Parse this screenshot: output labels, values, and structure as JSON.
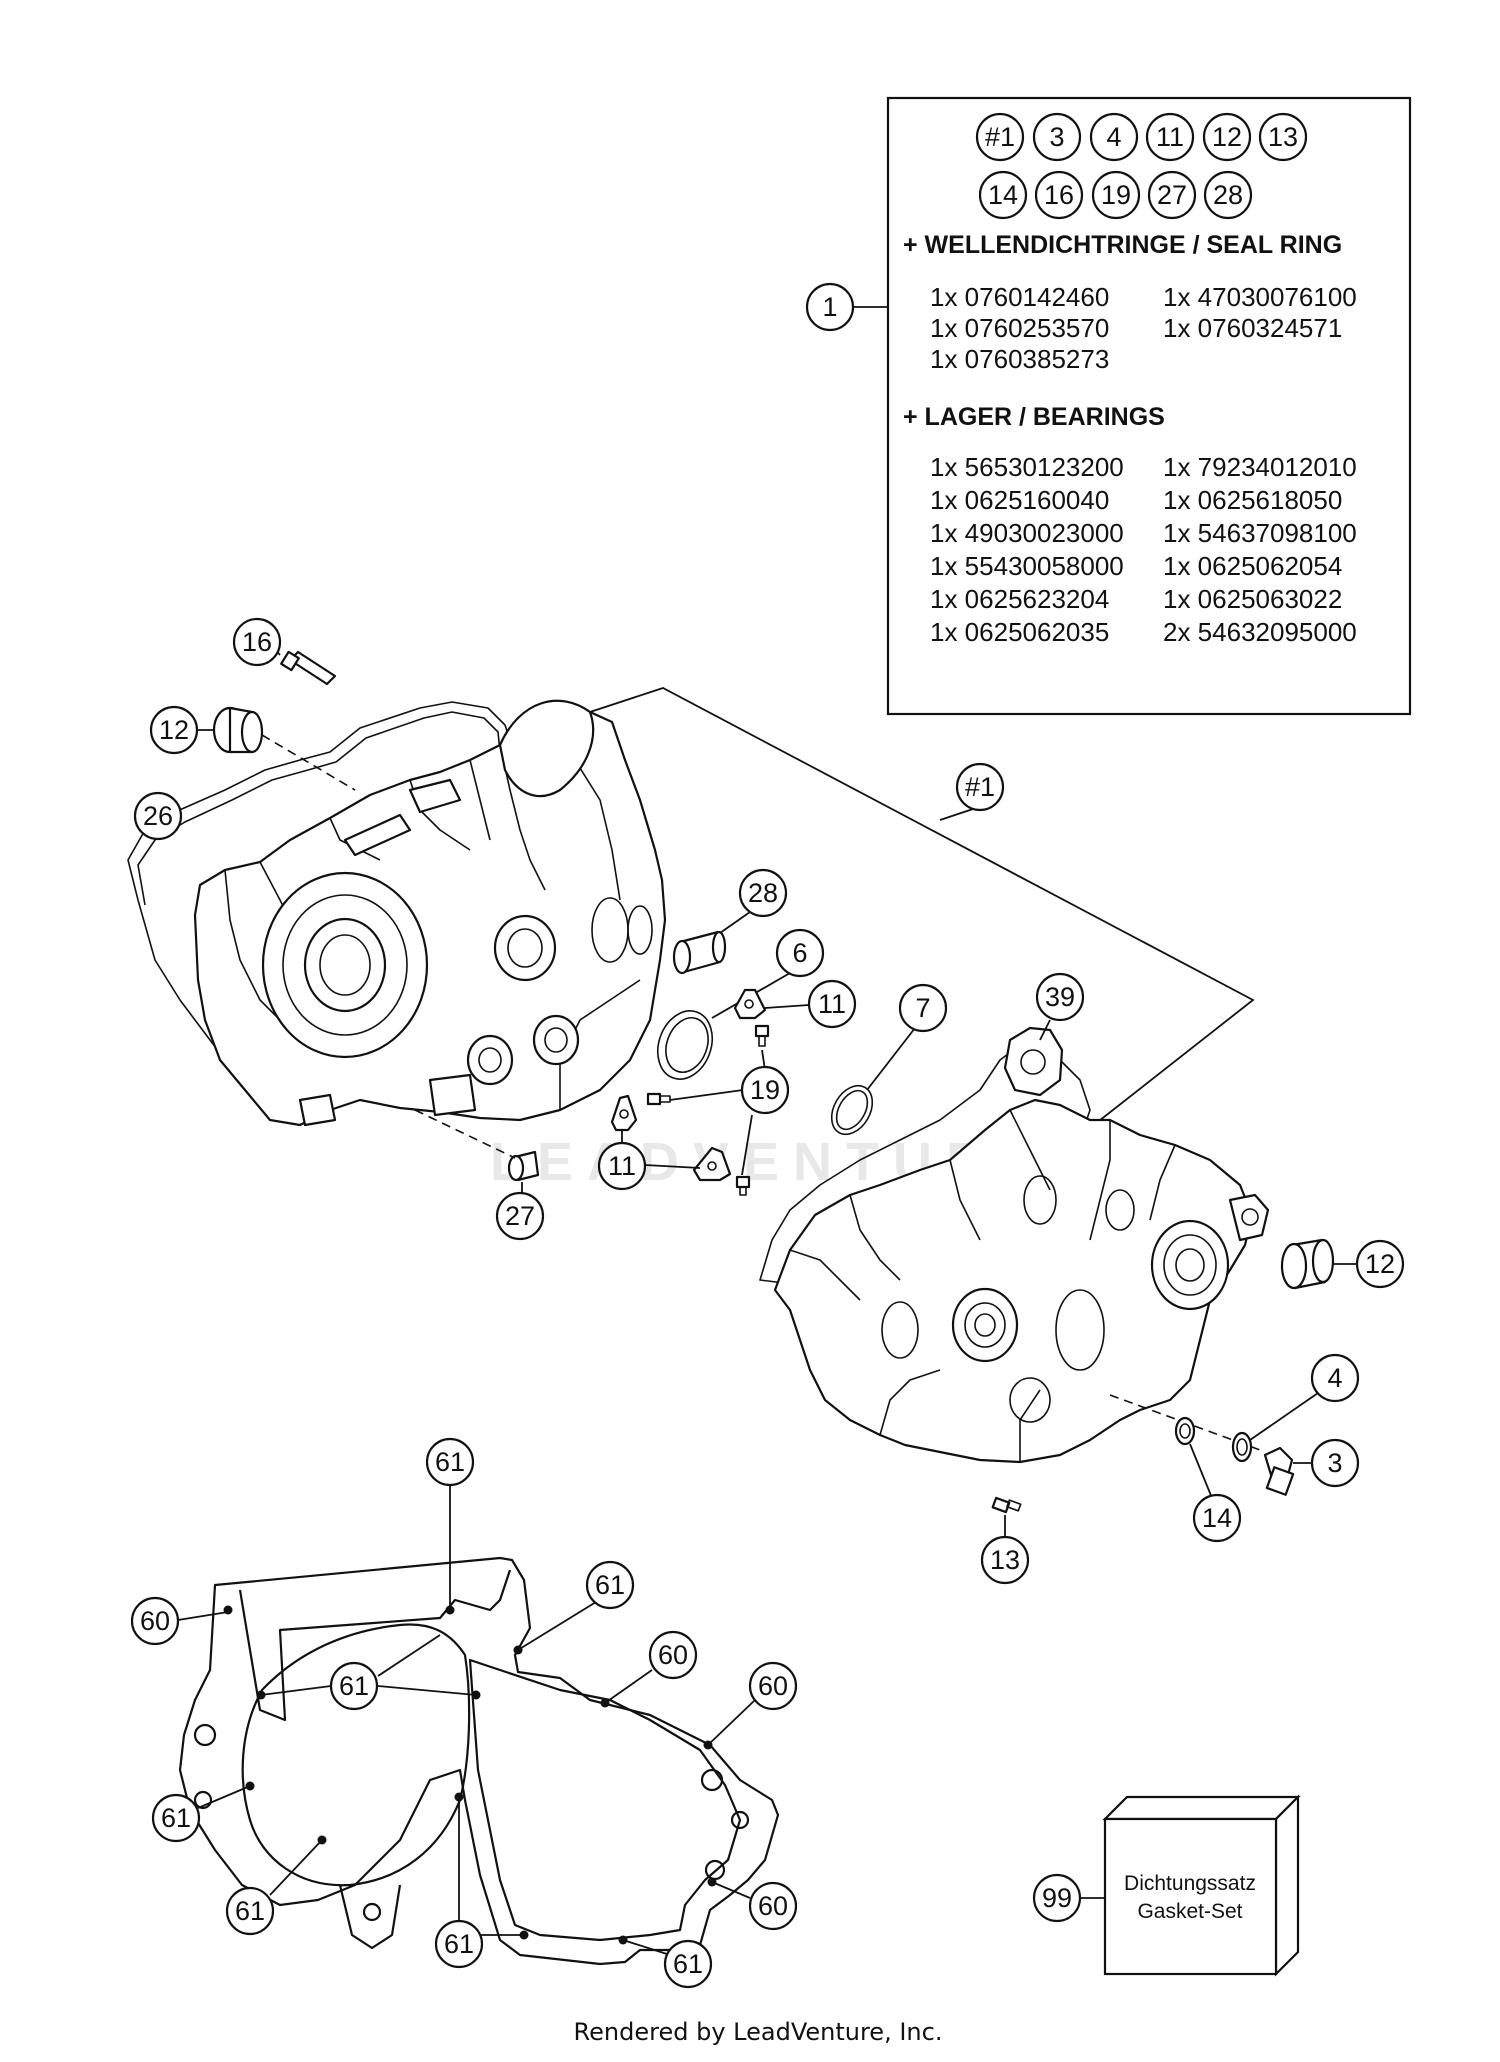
{
  "kit_box": {
    "badges_row1": [
      "#1",
      "3",
      "4",
      "11",
      "12",
      "13"
    ],
    "badges_row2": [
      "14",
      "16",
      "19",
      "27",
      "28"
    ],
    "seal_heading": "+ WELLENDICHTRINGE / SEAL RING",
    "seal_items": [
      "1x 0760142460",
      "1x 47030076100",
      "1x 0760253570",
      "1x 0760324571",
      "1x 0760385273"
    ],
    "bearing_heading": "+ LAGER / BEARINGS",
    "bearing_items": [
      "1x 56530123200",
      "1x 79234012010",
      "1x 0625160040",
      "1x 0625618050",
      "1x 49030023000",
      "1x 54637098100",
      "1x 55430058000",
      "1x 0625062054",
      "1x 0625623204",
      "1x 0625063022",
      "1x 0625062035",
      "2x 54632095000"
    ],
    "callout": "1"
  },
  "callouts": {
    "c16": "16",
    "c12a": "12",
    "c26": "26",
    "c1hash": "#1",
    "c28": "28",
    "c6": "6",
    "c11a": "11",
    "c7": "7",
    "c39": "39",
    "c19": "19",
    "c11b": "11",
    "c27": "27",
    "c12b": "12",
    "c4": "4",
    "c3": "3",
    "c14": "14",
    "c13": "13",
    "g61a": "61",
    "g60a": "60",
    "g61b": "61",
    "g61c": "61",
    "g60b": "60",
    "g60c": "60",
    "g61d": "61",
    "g60d": "60",
    "g61e": "61",
    "g61f": "61",
    "g61g": "61",
    "c99": "99"
  },
  "gasket_set": {
    "line1": "Dichtungssatz",
    "line2": "Gasket-Set"
  },
  "watermark": "LEADVENTURE",
  "footer": "Rendered by LeadVenture, Inc."
}
